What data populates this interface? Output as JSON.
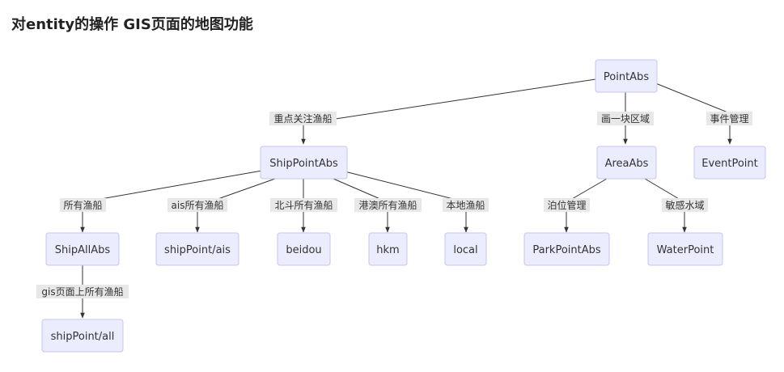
{
  "title": "对entity的操作 GIS页面的地图功能",
  "nodes": {
    "point_abs": "PointAbs",
    "ship_point_abs": "ShipPointAbs",
    "area_abs": "AreaAbs",
    "event_point": "EventPoint",
    "ship_all_abs": "ShipAllAbs",
    "ship_point_ais": "shipPoint/ais",
    "beidou": "beidou",
    "hkm": "hkm",
    "local": "local",
    "park_point_abs": "ParkPointAbs",
    "water_point": "WaterPoint",
    "ship_point_all": "shipPoint/all"
  },
  "edge_labels": {
    "focus_ships": "重点关注渔船",
    "draw_area": "画一块区域",
    "event_mgmt": "事件管理",
    "all_ships": "所有渔船",
    "ais_all_ships": "ais所有渔船",
    "beidou_all_ships": "北斗所有渔船",
    "hkm_all_ships": "港澳所有渔船",
    "local_ships": "本地渔船",
    "berth_mgmt": "泊位管理",
    "sensitive_waters": "敏感水域",
    "gis_all_ships": "gis页面上所有渔船"
  }
}
